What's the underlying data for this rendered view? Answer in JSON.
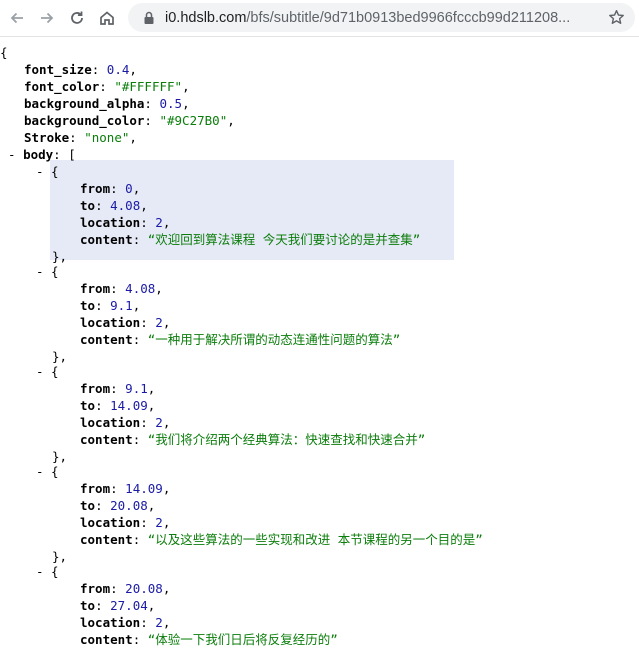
{
  "browser": {
    "url_host": "i0.hdslb.com",
    "url_path": "/bfs/subtitle/9d71b0913bed9966fcccb99d211208..."
  },
  "json": {
    "open_brace": "{",
    "props": [
      {
        "key": "font_size",
        "value": "0.4",
        "type": "n"
      },
      {
        "key": "font_color",
        "value": "\"#FFFFFF\"",
        "type": "s"
      },
      {
        "key": "background_alpha",
        "value": "0.5",
        "type": "n"
      },
      {
        "key": "background_color",
        "value": "\"#9C27B0\"",
        "type": "s"
      },
      {
        "key": "Stroke",
        "value": "\"none\"",
        "type": "s"
      }
    ],
    "body_key": "body",
    "toggle": "-",
    "items": [
      {
        "from": "0",
        "to": "4.08",
        "location": "2",
        "content": "“欢迎回到算法课程 今天我们要讨论的是并查集”"
      },
      {
        "from": "4.08",
        "to": "9.1",
        "location": "2",
        "content": "“一种用于解决所谓的动态连通性问题的算法”"
      },
      {
        "from": "9.1",
        "to": "14.09",
        "location": "2",
        "content": "“我们将介绍两个经典算法：快速查找和快速合并”"
      },
      {
        "from": "14.09",
        "to": "20.08",
        "location": "2",
        "content": "“以及这些算法的一些实现和改进 本节课程的另一个目的是”"
      },
      {
        "from": "20.08",
        "to": "27.04",
        "location": "2",
        "content": "“体验一下我们日后将反复经历的”"
      }
    ],
    "field_names": {
      "from": "from",
      "to": "to",
      "location": "location",
      "content": "content"
    }
  }
}
